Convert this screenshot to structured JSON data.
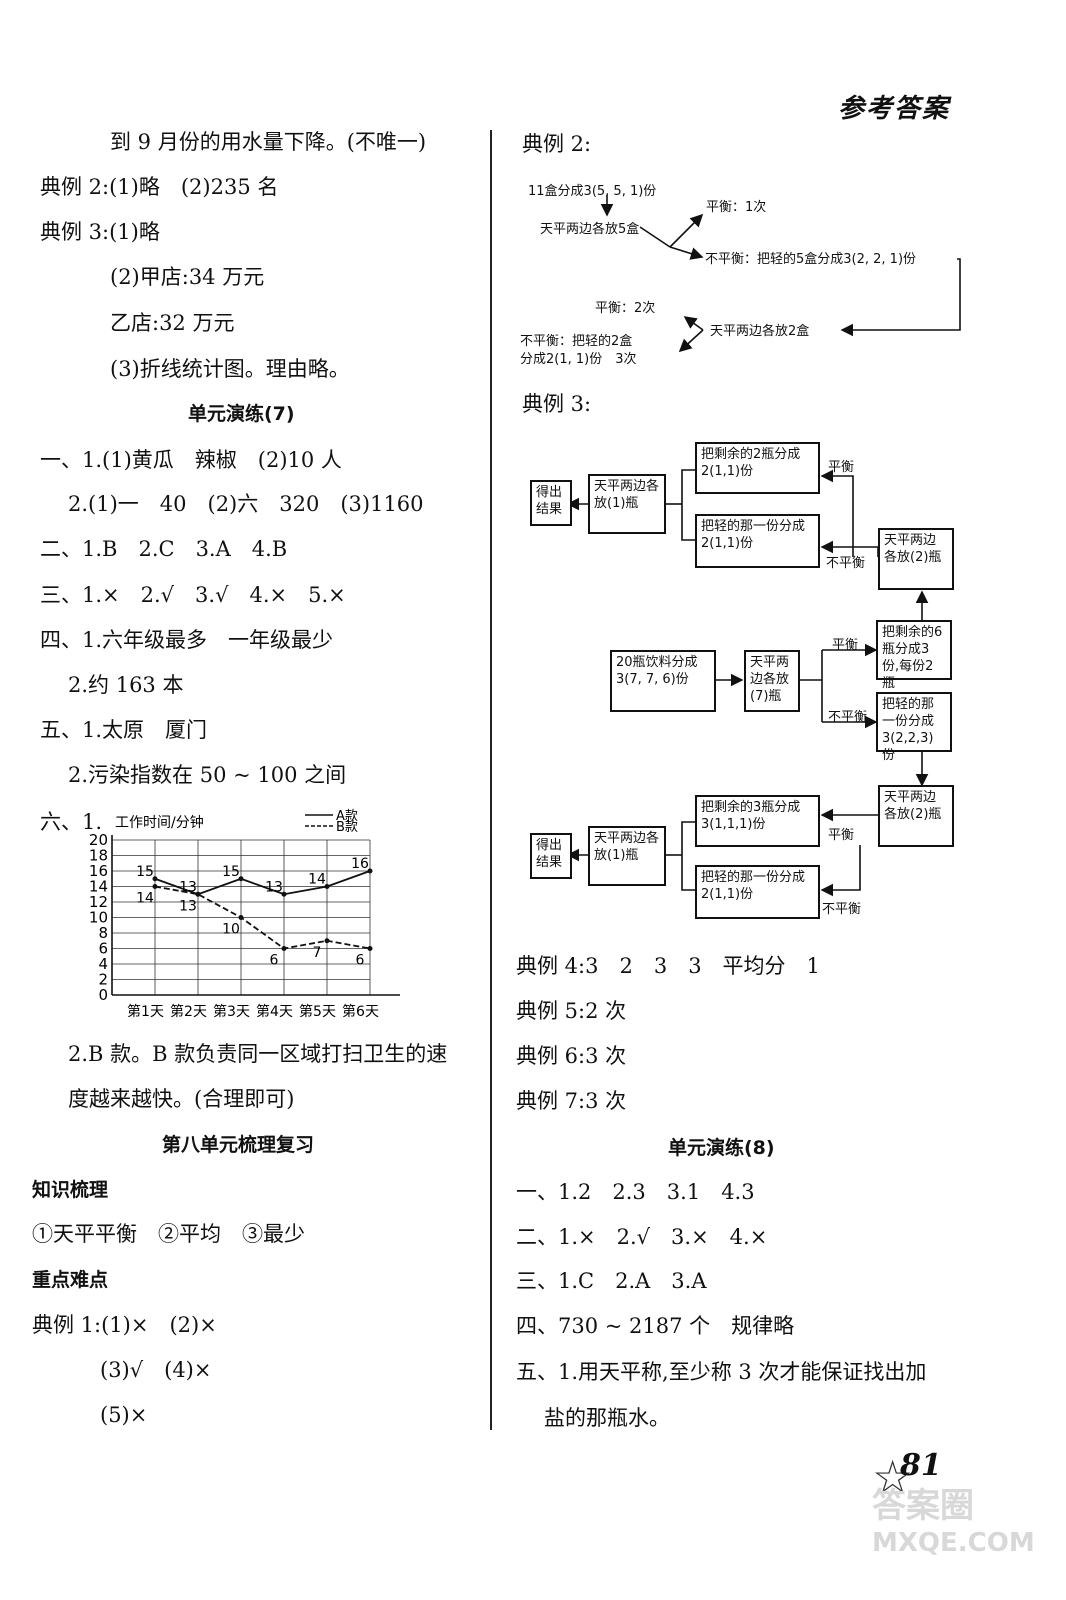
{
  "header": {
    "title": "参考答案",
    "page_number": "81"
  },
  "watermark": {
    "line1": "答案圈",
    "line2": "MXQE.COM"
  },
  "left": {
    "l1": "到 9 月份的用水量下降。(不唯一)",
    "l2": "典例 2:(1)略　(2)235 名",
    "l3": "典例 3:(1)略",
    "l4": "(2)甲店:34 万元",
    "l5": "乙店:32 万元",
    "l6": "(3)折线统计图。理由略。",
    "h1": "单元演练(7)",
    "l7": "一、1.(1)黄瓜　辣椒　(2)10 人",
    "l8": "2.(1)一　40　(2)六　320　(3)1160",
    "l9": "二、1.B　2.C　3.A　4.B",
    "l10": "三、1.×　2.√　3.√　4.×　5.×",
    "l11": "四、1.六年级最多　一年级最少",
    "l12": "2.约 163 本",
    "l13": "五、1.太原　厦门",
    "l14": "2.污染指数在 50 ~ 100 之间",
    "l15": "六、1.",
    "l16": "2.B 款。B 款负责同一区域打扫卫生的速",
    "l17": "度越来越快。(合理即可)",
    "h2": "第八单元梳理复习",
    "h3": "知识梳理",
    "l18": "①天平平衡　②平均　③最少",
    "h4": "重点难点",
    "l19": "典例 1:(1)×　(2)×",
    "l20": "(3)√　(4)×",
    "l21": "(5)×"
  },
  "chart_data": {
    "type": "line",
    "title": "",
    "ylabel": "工作时间/分钟",
    "xlabel": "",
    "categories": [
      "第1天",
      "第2天",
      "第3天",
      "第4天",
      "第5天",
      "第6天"
    ],
    "yticks": [
      "0",
      "2",
      "4",
      "6",
      "8",
      "10",
      "12",
      "14",
      "16",
      "18",
      "20"
    ],
    "ylim": [
      0,
      20
    ],
    "grid": true,
    "legend_position": "top-right",
    "series": [
      {
        "name": "A款",
        "values": [
          15,
          13,
          15,
          13,
          14,
          16
        ],
        "labels": [
          "15",
          "13",
          "15",
          "13",
          "14",
          "16"
        ],
        "style": "solid"
      },
      {
        "name": "B款",
        "values": [
          14,
          13,
          10,
          6,
          7,
          6
        ],
        "labels": [
          "14",
          "13",
          "10",
          "6",
          "7",
          "6"
        ],
        "style": "dashed"
      }
    ]
  },
  "right": {
    "ex2_title": "典例 2:",
    "d2_start": "11盒分成3(5, 5, 1)份",
    "d2_put5": "天平两边各放5盒",
    "d2_bal1": "平衡：1次",
    "d2_unbal1": "不平衡：把轻的5盒分成3(2, 2, 1)份",
    "d2_put2": "天平两边各放2盒",
    "d2_bal2": "平衡：2次",
    "d2_unbal2a": "不平衡：把轻的2盒",
    "d2_unbal2b": "分成2(1, 1)份　3次",
    "ex3_title": "典例 3:",
    "d3_start": "20瓶饮料分成3(7, 7, 6)份",
    "d3_put7": "天平两边各放(7)瓶",
    "d3_rem6": "把剩余的6瓶分成3份,每份2瓶",
    "d3_light_a": "把轻的那一份分成3(2,2,3)份",
    "d3_put2_top": "天平两边各放(2)瓶",
    "d3_rem2": "把剩余的2瓶分成2(1,1)份",
    "d3_light_top": "把轻的那一份分成2(1,1)份",
    "d3_put1_top": "天平两边各放(1)瓶",
    "d3_result_top": "得出结果",
    "d3_put2_bot": "天平两边各放(2)瓶",
    "d3_rem3": "把剩余的3瓶分成3(1,1,1)份",
    "d3_light_bot": "把轻的那一份分成2(1,1)份",
    "d3_put1_bot": "天平两边各放(1)瓶",
    "d3_result_bot": "得出结果",
    "bal": "平衡",
    "unbal": "不平衡",
    "l4": "典例 4:3　2　3　3　平均分　1",
    "l5": "典例 5:2 次",
    "l6": "典例 6:3 次",
    "l7": "典例 7:3 次",
    "h1": "单元演练(8)",
    "l8": "一、1.2　2.3　3.1　4.3",
    "l9": "二、1.×　2.√　3.×　4.×",
    "l10": "三、1.C　2.A　3.A",
    "l11": "四、730 ~ 2187 个　规律略",
    "l12": "五、1.用天平称,至少称 3 次才能保证找出加",
    "l13": "盐的那瓶水。"
  }
}
